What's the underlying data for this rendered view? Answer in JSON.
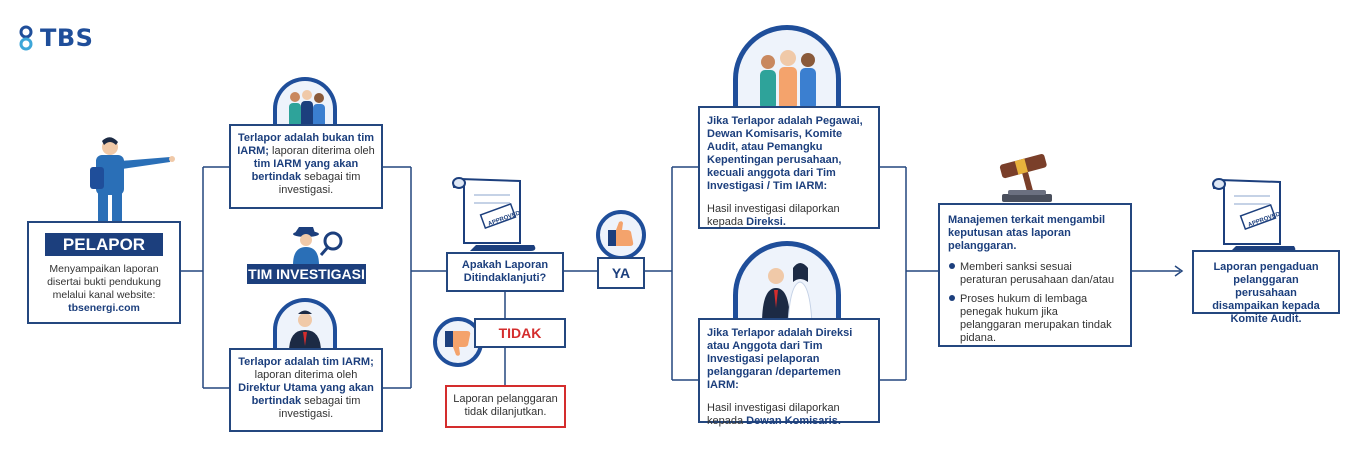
{
  "logo": {
    "text": "TBS"
  },
  "pelapor": {
    "title": "PELAPOR",
    "body": "Menyampaikan laporan disertai bukti pendukung melalui kanal website:",
    "link": "tbsenergi.com"
  },
  "terlapor_bukan": {
    "bold1": "Terlapor adalah bukan tim IARM;",
    "text1": " laporan diterima oleh ",
    "bold2": "tim IARM yang akan bertindak",
    "text2": " sebagai tim investigasi."
  },
  "tim_investigasi": {
    "label": "TIM INVESTIGASI"
  },
  "terlapor_iarm": {
    "bold1": "Terlapor adalah tim IARM;",
    "text1": " laporan diterima oleh ",
    "bold2": "Direktur Utama yang akan bertindak",
    "text2": " sebagai tim investigasi."
  },
  "decision": {
    "question": "Apakah Laporan Ditindaklanjuti?",
    "approved": "APPROVED"
  },
  "ya": {
    "label": "YA"
  },
  "tidak": {
    "label": "TIDAK",
    "result": "Laporan pelanggaran tidak dilanjutkan."
  },
  "pegawai": {
    "bold": "Jika Terlapor adalah Pegawai, Dewan Komisaris, Komite Audit, atau Pemangku Kepentingan perusahaan, kecuali anggota dari Tim Investigasi / Tim IARM:",
    "text": "Hasil investigasi dilaporkan kepada ",
    "target": "Direksi."
  },
  "direksi": {
    "bold": "Jika Terlapor adalah Direksi atau Anggota dari Tim Investigasi pelaporan pelanggaran /departemen IARM:",
    "text": "Hasil investigasi dilaporkan kepada ",
    "target": "Dewan Komisaris."
  },
  "manajemen": {
    "title": "Manajemen terkait mengambil keputusan atas laporan pelanggaran.",
    "items": [
      "Memberi sanksi sesuai peraturan perusahaan dan/atau",
      "Proses hukum di lembaga penegak hukum jika pelanggaran merupakan tindak pidana."
    ]
  },
  "final": {
    "text": "Laporan pengaduan pelanggaran perusahaan disampaikan kepada Komite Audit."
  },
  "colors": {
    "navy": "#1c3f7d",
    "border": "#24477f",
    "red": "#d42d2d",
    "accent": "#3da6d8"
  }
}
